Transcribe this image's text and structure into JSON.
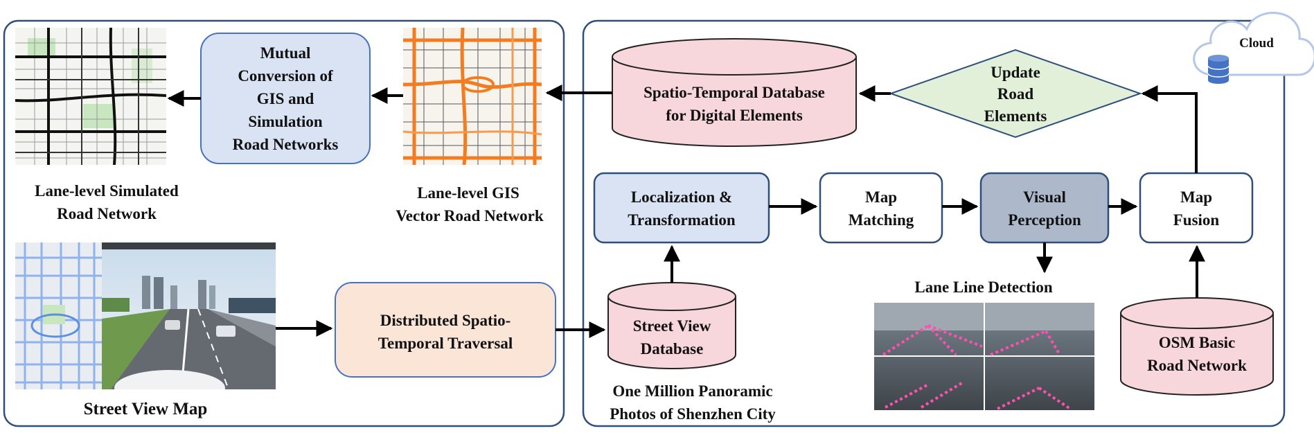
{
  "panels": {
    "left": {
      "mutual_conversion_lines": [
        "Mutual",
        "Conversion of",
        "GIS and",
        "Simulation",
        "Road Networks"
      ],
      "lane_sim_caption_lines": [
        "Lane-level Simulated",
        "Road Network"
      ],
      "lane_gis_caption_lines": [
        "Lane-level GIS",
        "Vector Road Network"
      ],
      "distributed_lines": [
        "Distributed Spatio-",
        "Temporal Traversal"
      ],
      "street_view_map_caption": "Street View Map"
    },
    "right": {
      "spatio_db_lines": [
        "Spatio-Temporal Database",
        "for Digital Elements"
      ],
      "update_lines": [
        "Update",
        "Road",
        "Elements"
      ],
      "cloud_label": "Cloud",
      "localization_lines": [
        "Localization &",
        "Transformation"
      ],
      "map_matching_lines": [
        "Map",
        "Matching"
      ],
      "visual_perception_lines": [
        "Visual",
        "Perception"
      ],
      "map_fusion_lines": [
        "Map",
        "Fusion"
      ],
      "lane_detection_caption": "Lane Line Detection",
      "street_view_db_lines": [
        "Street View",
        "Database"
      ],
      "panoramic_caption_lines": [
        "One Million Panoramic",
        "Photos of Shenzhen City"
      ],
      "osm_lines": [
        "OSM Basic",
        "Road Network"
      ]
    }
  },
  "colors": {
    "panel_border": "#2e4e7e",
    "light_blue_fill": "#dae3f3",
    "light_blue_border": "#4472c4",
    "pink_fill": "#f8d7dc",
    "slate_fill": "#adb9ca",
    "peach_fill": "#fbe5d6",
    "green_fill": "#e2f0d9",
    "orange_road": "#f47c20",
    "lane_pink": "#ff4fb0"
  }
}
